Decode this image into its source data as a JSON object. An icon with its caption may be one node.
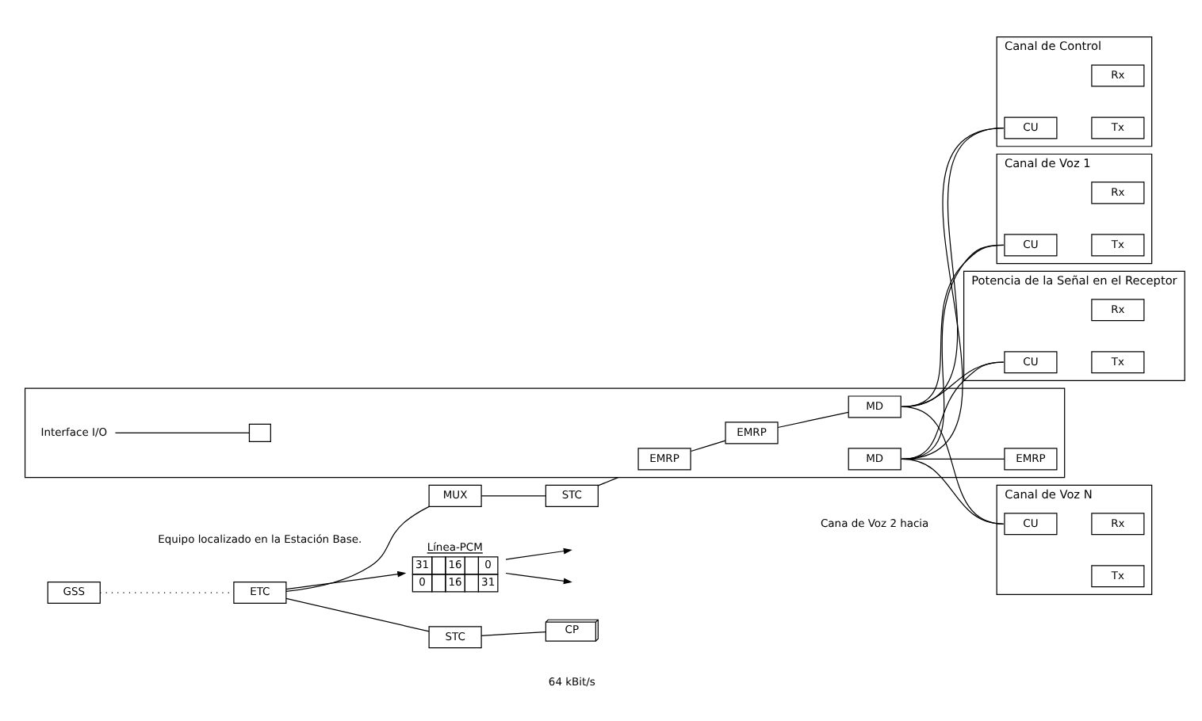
{
  "diagram": {
    "nodes": [
      {
        "text": [
          "GSS"
        ]
      },
      {
        "text": [
          "ETC"
        ]
      },
      {
        "text": [
          "MUX"
        ]
      },
      {
        "text": [
          "Línea-PCM",
          "31",
          "16",
          "0",
          "0",
          "16",
          "31"
        ]
      },
      {
        "text": [
          "STC"
        ]
      },
      {
        "text": [
          "STC"
        ]
      },
      {
        "text": [
          "CP"
        ]
      },
      {
        "text": [],
        "shape": "box"
      },
      {
        "text": [
          "EMRP"
        ],
        "in": 7
      },
      {
        "text": [],
        "shape": "box",
        "in": 7
      },
      {
        "text": [
          "EMRP"
        ],
        "in": 7
      },
      {
        "text": [
          "MD"
        ],
        "in": 7
      },
      {
        "text": [
          "MD"
        ],
        "in": 7
      },
      {
        "text": [
          "EMRP"
        ],
        "in": 7
      },
      {
        "text": [
          "Interface I/O"
        ],
        "in": 7
      },
      {
        "text": [
          "Canal de Control"
        ]
      },
      {
        "text": [
          "Tx"
        ],
        "in": 15
      },
      {
        "text": [
          "CU"
        ],
        "in": 15
      },
      {
        "text": [
          "Rx"
        ],
        "in": 15
      },
      {
        "text": [
          "Canal de Voz 1"
        ]
      },
      {
        "text": [
          "Tx"
        ],
        "in": 19
      },
      {
        "text": [
          "CU"
        ],
        "in": 19
      },
      {
        "text": [
          "Rx"
        ],
        "in": 19
      },
      {
        "text": [
          "Canal de Voz N"
        ]
      },
      {
        "text": [
          "Tx"
        ],
        "in": 23
      },
      {
        "text": [
          "CU"
        ],
        "in": 23
      },
      {
        "text": [
          "Rx"
        ],
        "in": 23
      },
      {
        "text": [
          "Potencia de la Señal en el Receptor"
        ]
      },
      {
        "text": [
          "Tx"
        ],
        "in": 27
      },
      {
        "text": [
          "CU"
        ],
        "in": 27
      },
      {
        "text": [
          "Rx"
        ],
        "in": 27
      }
    ],
    "edges": [
      {
        "from": 0,
        "to": 1,
        "arrow": "none",
        "style": "dashed"
      },
      {
        "from": 1,
        "to": 2,
        "arrow": "none"
      },
      {
        "from": 1,
        "to": 3,
        "arrow": "to"
      },
      {
        "from": 3,
        "to": null,
        "arrow": "to"
      },
      {
        "from": 3,
        "to": null,
        "arrow": "to"
      },
      {
        "from": 1,
        "to": 4,
        "arrow": "none"
      },
      {
        "from": 4,
        "to": 6,
        "arrow": "none"
      },
      {
        "from": 2,
        "to": 5,
        "arrow": "none"
      },
      {
        "from": 5,
        "to": 7,
        "arrow": "none"
      },
      {
        "from": 8,
        "to": 10,
        "arrow": "none"
      },
      {
        "from": 14,
        "to": 9,
        "arrow": "none"
      },
      {
        "from": 10,
        "to": 11,
        "arrow": "none"
      },
      {
        "from": 12,
        "to": 13,
        "arrow": "none"
      },
      {
        "from": 11,
        "to": 17,
        "arrow": "none"
      },
      {
        "from": 11,
        "to": 21,
        "arrow": "none"
      },
      {
        "from": 11,
        "to": 25,
        "arrow": "none"
      },
      {
        "from": 11,
        "to": 29,
        "arrow": "none"
      },
      {
        "from": 12,
        "to": 17,
        "arrow": "none"
      },
      {
        "from": 12,
        "to": 21,
        "arrow": "none"
      },
      {
        "from": 12,
        "to": 25,
        "arrow": "none"
      },
      {
        "from": 12,
        "to": 29,
        "arrow": "none"
      }
    ],
    "labels": [
      "Equipo localizado en la Estación Base.",
      "64 kBit/s",
      "Cana de Voz 2 hacia"
    ]
  }
}
